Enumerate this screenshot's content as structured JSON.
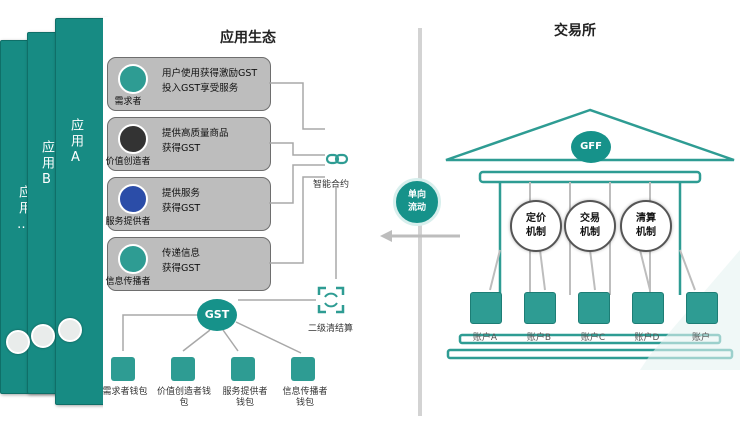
{
  "ecosystem": {
    "title": "应用生态",
    "apps": [
      "应用…",
      "应用B",
      "应用A"
    ],
    "roles": [
      {
        "name": "需求者",
        "desc1": "用户使用获得激励GST",
        "desc2": "投入GST享受服务"
      },
      {
        "name": "价值创造者",
        "desc1": "提供高质量商品",
        "desc2": "获得GST"
      },
      {
        "name": "服务提供者",
        "desc1": "提供服务",
        "desc2": "获得GST"
      },
      {
        "name": "信息传播者",
        "desc1": "传递信息",
        "desc2": "获得GST"
      }
    ],
    "smart_contract": "智能合约",
    "secondary_clearing": "二级清结算",
    "gst": "GST",
    "wallets": [
      "需求者钱包",
      "价值创造者钱包",
      "服务提供者钱包",
      "信息传播者钱包"
    ]
  },
  "flow": {
    "line1": "单向",
    "line2": "流动"
  },
  "exchange": {
    "title": "交易所",
    "gff": "GFF",
    "mechanisms": [
      {
        "line1": "定价",
        "line2": "机制"
      },
      {
        "line1": "交易",
        "line2": "机制"
      },
      {
        "line1": "清算",
        "line2": "机制"
      }
    ],
    "accounts": [
      "账户A",
      "账户B",
      "账户C",
      "账户D",
      "账户"
    ]
  },
  "colors": {
    "teal": "#178b83",
    "gray_box": "#bdbdbd"
  }
}
